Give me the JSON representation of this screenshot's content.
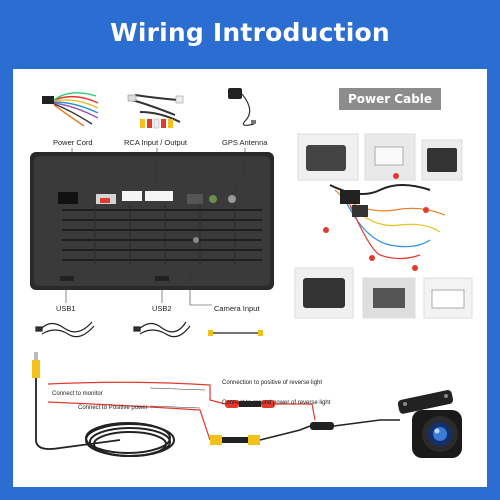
{
  "title": "Wiring Introduction",
  "badge": "Power Cable",
  "labels": {
    "power_cord": "Power Cord",
    "rca": "RCA Input / Output",
    "gps": "GPS Antenna",
    "usb1": "USB1",
    "usb2": "USB2",
    "camera_input": "Camera Input",
    "connect_monitor": "Connect to monitor",
    "connect_positive_power": "Connect to Positive power",
    "positive_reverse": "Connection to positive of reverse light",
    "ground_reverse": "Connect to ground power of reverse light"
  },
  "colors": {
    "background": "#2c6dd1",
    "panel": "#ffffff",
    "accent_red": "#e23a2c",
    "rca_yellow": "#f2c21a"
  },
  "icons": [
    "connector-cable-icon",
    "camera-icon",
    "rca-plug-icon",
    "usb-cable-icon",
    "gps-antenna-icon"
  ]
}
